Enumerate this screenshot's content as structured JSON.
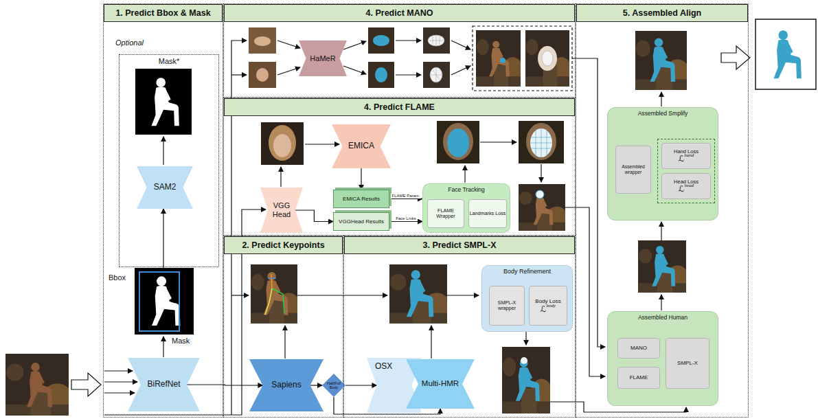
{
  "diagram": {
    "nodes": [
      {
        "text": [
          "1. Predict Bbox & Mask"
        ]
      },
      {
        "text": [
          "Optional",
          "Mask*"
        ],
        "in": 0
      },
      {
        "text": [
          "SAM2"
        ],
        "in": 1
      },
      {
        "text": [
          "BiRefNet"
        ],
        "in": 0
      },
      {
        "text": [
          "4. Predict MANO"
        ]
      },
      {
        "text": [
          "HaMeR"
        ],
        "in": 4
      },
      {
        "text": [
          "4. Predict FLAME"
        ]
      },
      {
        "text": [
          "EMICA"
        ],
        "in": 6
      },
      {
        "text": [
          "VGG Head"
        ],
        "in": 6
      },
      {
        "text": [
          "EMICA Results"
        ],
        "in": 6
      },
      {
        "text": [
          "VGGHead Results"
        ],
        "in": 6
      },
      {
        "text": [
          "Face Tracking"
        ],
        "in": 6
      },
      {
        "text": [
          "FLAME Wrapper"
        ],
        "in": 11
      },
      {
        "text": [
          "Landmarks Loss"
        ],
        "in": 11
      },
      {
        "text": [
          "2. Predict Keypoints"
        ]
      },
      {
        "text": [
          "Sapiens"
        ],
        "in": 14
      },
      {
        "text": [
          "Half/Full Body"
        ],
        "in": 14
      },
      {
        "text": [
          "3. Predict SMPL-X"
        ]
      },
      {
        "text": [
          "OSX"
        ],
        "in": 17
      },
      {
        "text": [
          "Multi-HMR"
        ],
        "in": 17
      },
      {
        "text": [
          "Body Refinement"
        ],
        "in": 17
      },
      {
        "text": [
          "SMPL-X wrapper"
        ],
        "in": 20
      },
      {
        "text": [
          "Body Loss",
          "ℒ",
          "body"
        ],
        "in": 20
      },
      {
        "text": [
          "5. Assembled Align"
        ]
      },
      {
        "text": [
          "Assembled Smplify"
        ],
        "in": 23
      },
      {
        "text": [
          "Assembled wrapper"
        ],
        "in": 24
      },
      {
        "text": [
          "Hand Loss",
          "ℒ",
          "hand"
        ],
        "in": 24
      },
      {
        "text": [
          "Head Loss",
          "ℒ",
          "head"
        ],
        "in": 24
      },
      {
        "text": [
          "Assembled Human"
        ],
        "in": 23
      },
      {
        "text": [
          "MANO"
        ],
        "in": 28
      },
      {
        "text": [
          "FLAME"
        ],
        "in": 28
      },
      {
        "text": [
          "SMPL-X"
        ],
        "in": 28
      }
    ],
    "edges": [
      {
        "from": 3,
        "to": 15,
        "arrow": "to"
      },
      {
        "from": 15,
        "to": 16,
        "arrow": "to"
      },
      {
        "from": 16,
        "to": 18,
        "arrow": "to"
      },
      {
        "from": 16,
        "to": 19,
        "arrow": "to"
      },
      {
        "from": 7,
        "to": 9,
        "arrow": "to"
      },
      {
        "from": 8,
        "to": 10,
        "arrow": "to"
      },
      {
        "from": 9,
        "to": 11,
        "label": "FLAME Param.",
        "arrow": "to"
      },
      {
        "from": 10,
        "to": 11,
        "label": "Face Lmks",
        "arrow": "to"
      }
    ],
    "labels": [
      "Bbox",
      "Mask"
    ]
  }
}
